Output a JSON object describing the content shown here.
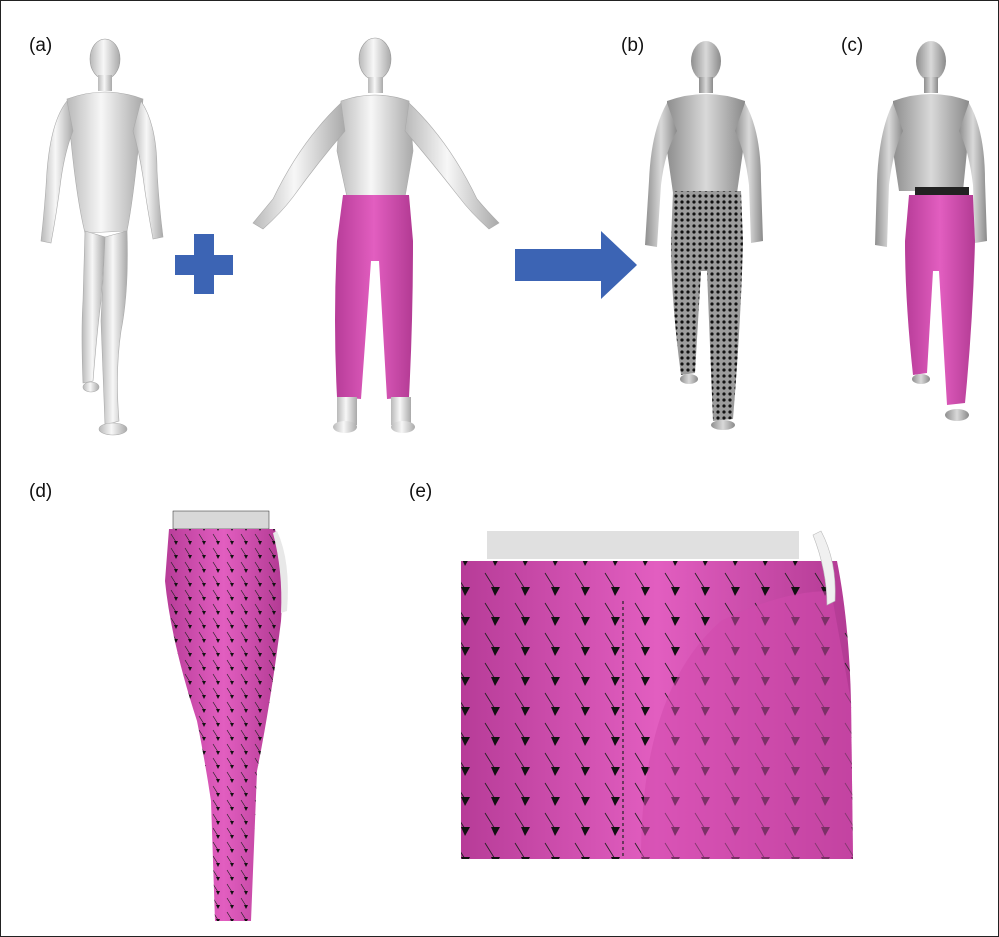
{
  "panels": [
    {
      "id": "a",
      "label": "(a)"
    },
    {
      "id": "b",
      "label": "(b)"
    },
    {
      "id": "c",
      "label": "(c)"
    },
    {
      "id": "d",
      "label": "(d)"
    },
    {
      "id": "e",
      "label": "(e)"
    }
  ],
  "colors": {
    "garment": "#d94fb4",
    "garment_dark": "#a8348a",
    "body": "#ececec",
    "body_shadow": "#9a9a9a",
    "accent_blue": "#3c64b4",
    "mesh": "#1a1a1a"
  }
}
